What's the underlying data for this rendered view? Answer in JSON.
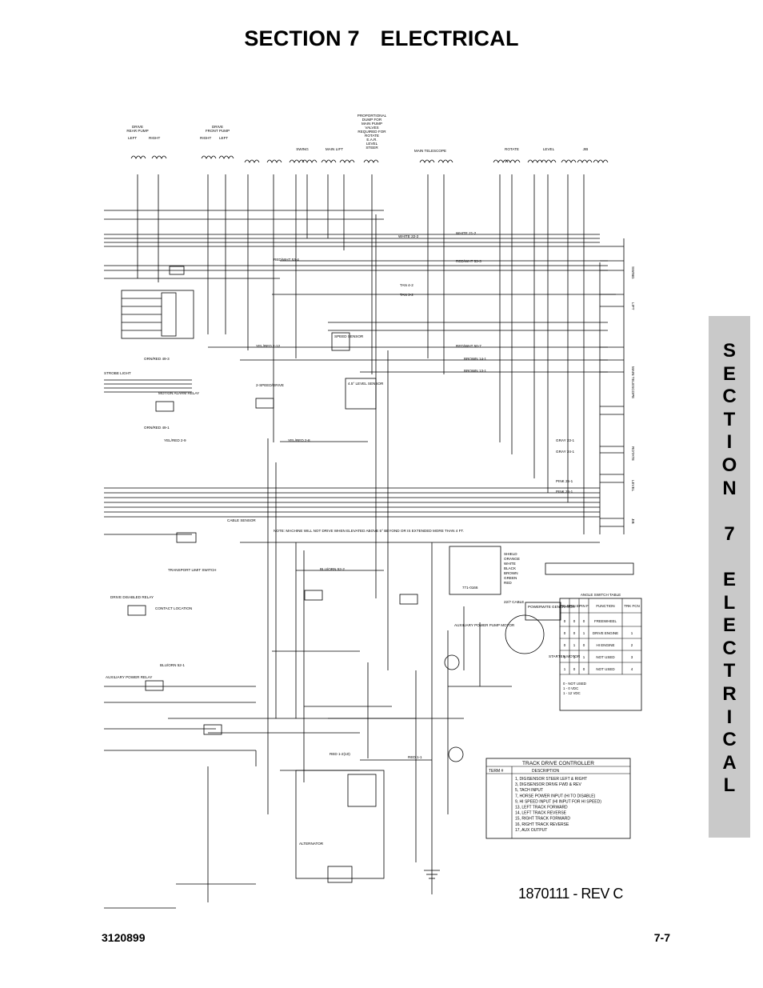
{
  "header": {
    "section": "SECTION 7",
    "title": "ELECTRICAL"
  },
  "tab": {
    "letters": [
      "S",
      "E",
      "C",
      "T",
      "I",
      "O",
      "N",
      "",
      "7",
      "",
      "E",
      "L",
      "E",
      "C",
      "T",
      "R",
      "I",
      "C",
      "A",
      "L"
    ]
  },
  "schematic": {
    "drive_rear_pump": [
      "DRIVE",
      "REAR PUMP",
      "LEFT",
      "RIGHT"
    ],
    "drive_front_pump": [
      "DRIVE",
      "FRONT PUMP",
      "RIGHT",
      "LEFT"
    ],
    "proportional_valve": [
      "PROPORTIONAL",
      "DUMP FOR",
      "MAIN PUMP",
      "VALVES",
      "REQUIRED FOR",
      "ROTATE",
      "E.A.R.",
      "LEVEL",
      "STEER"
    ],
    "valve_groups": [
      "SWING",
      "MAIN LIFT",
      "MAIN TELESCOPE",
      "ROTATE",
      "LEVEL",
      "JIB"
    ],
    "wires": [
      "WHITE 22-2",
      "WHITE 21-2",
      "RED/WHT 53-4",
      "RED/WHT 53-3",
      "TAN 4-2",
      "TAN 3-2",
      "RED/WHT 50-7",
      "BROWN 14-1",
      "BROWN 13-1",
      "GRAY 23-1",
      "GRAY 24-1",
      "PINK 25-1",
      "PINK 26-1",
      "YEL/RED 2-12",
      "YEL/RED 2-9",
      "YEL/RED 2-8",
      "ORN/RED 49-3",
      "ORN/RED 49-1",
      "BLU/ORN 52-1",
      "BLU/ORN 52-2",
      "RED 1-1",
      "RED 1-2(10)"
    ],
    "devices": [
      "SPEED SENSOR",
      "4.5° LEVEL SENSOR",
      "2-SPEED/DRIVE",
      "STROBE LIGHT",
      "MOTION ALARM RELAY",
      "CABLE SENSOR",
      "POWERWITE GENERATOR",
      "STARTER MOTOR",
      "AUXILIARY POWER PUMP MOTOR",
      "ALTERNATOR",
      "TRANSPORT LIMIT SWITCH",
      "DRIVE DISABLED RELAY",
      "CONTACT LOCATION",
      "AUXILIARY POWER RELAY"
    ],
    "wiring_harness": [
      "SHIELD",
      "ORANGE",
      "WHITE",
      "BLACK",
      "BROWN",
      "GREEN",
      "RED",
      "22/7 CABLE",
      "771-0166"
    ],
    "side_labels": [
      "SWING",
      "LIFT",
      "MAIN TELESCOPE",
      "ROTATE",
      "LEVEL",
      "JIB"
    ],
    "notes": [
      "NOTE: MACHINE WILL NOT DRIVE WHEN ELEVATED ABOVE 5° BEYOND OR IS EXTENDED MORE THAN 4 FT."
    ]
  },
  "anti_tab": {
    "title": "ANGLE SWITCH TABLE",
    "headers": [
      "PIN D",
      "PIN E",
      "PIN F",
      "FUNCTION",
      "TRK FCN"
    ],
    "rows": [
      [
        "0",
        "0",
        "0",
        "FREEWHEEL",
        ""
      ],
      [
        "0",
        "0",
        "1",
        "DRIVE ENGINE",
        "1"
      ],
      [
        "0",
        "1",
        "0",
        "HI ENGINE",
        "2"
      ],
      [
        "0",
        "1",
        "1",
        "NOT USED",
        "3"
      ],
      [
        "1",
        "0",
        "0",
        "NOT USED",
        "4"
      ]
    ],
    "notes": [
      "0 - NOT USED",
      "1 - 0 VDC",
      "1 - 12 VDC"
    ]
  },
  "track_drive_controller": {
    "title": "TRACK DRIVE CONTROLLER",
    "col_term": "TERM #",
    "col_desc": "DESCRIPTION",
    "rows": [
      "1, DIGISENSOR STEER LEFT & RIGHT",
      "3, DIGISENSOR DRIVE FWD & REV",
      "5, TACH INPUT",
      "7, HORSE POWER INPUT (HI TO DISABLE)",
      "9, HI SPEED INPUT (HI INPUT FOR HI SPEED)",
      "13, LEFT TRACK FORWARD",
      "14, LEFT TRACK REVERSE",
      "15, RIGHT TRACK FORWARD",
      "16, RIGHT TRACK REVERSE",
      "17, AUX OUTPUT"
    ]
  },
  "drawing_number": "1870111 - REV C",
  "footer": {
    "doc_number": "3120899",
    "page": "7-7"
  }
}
